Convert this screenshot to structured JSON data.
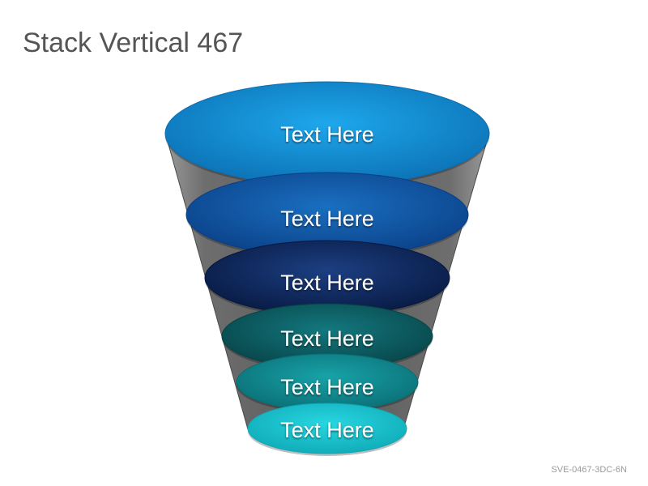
{
  "title": "Stack Vertical 467",
  "code": "SVE-0467-3DC-6N",
  "layers": [
    {
      "label": "Text Here",
      "color_light": "#1ea7ec",
      "color_dark": "#0b6fb2"
    },
    {
      "label": "Text Here",
      "color_light": "#1a6fc0",
      "color_dark": "#0a3f86"
    },
    {
      "label": "Text Here",
      "color_light": "#1c3f82",
      "color_dark": "#07183f"
    },
    {
      "label": "Text Here",
      "color_light": "#13787e",
      "color_dark": "#074347"
    },
    {
      "label": "Text Here",
      "color_light": "#17a3a8",
      "color_dark": "#0a6d74"
    },
    {
      "label": "Text Here",
      "color_light": "#27d7e0",
      "color_dark": "#0fa9b7"
    }
  ]
}
